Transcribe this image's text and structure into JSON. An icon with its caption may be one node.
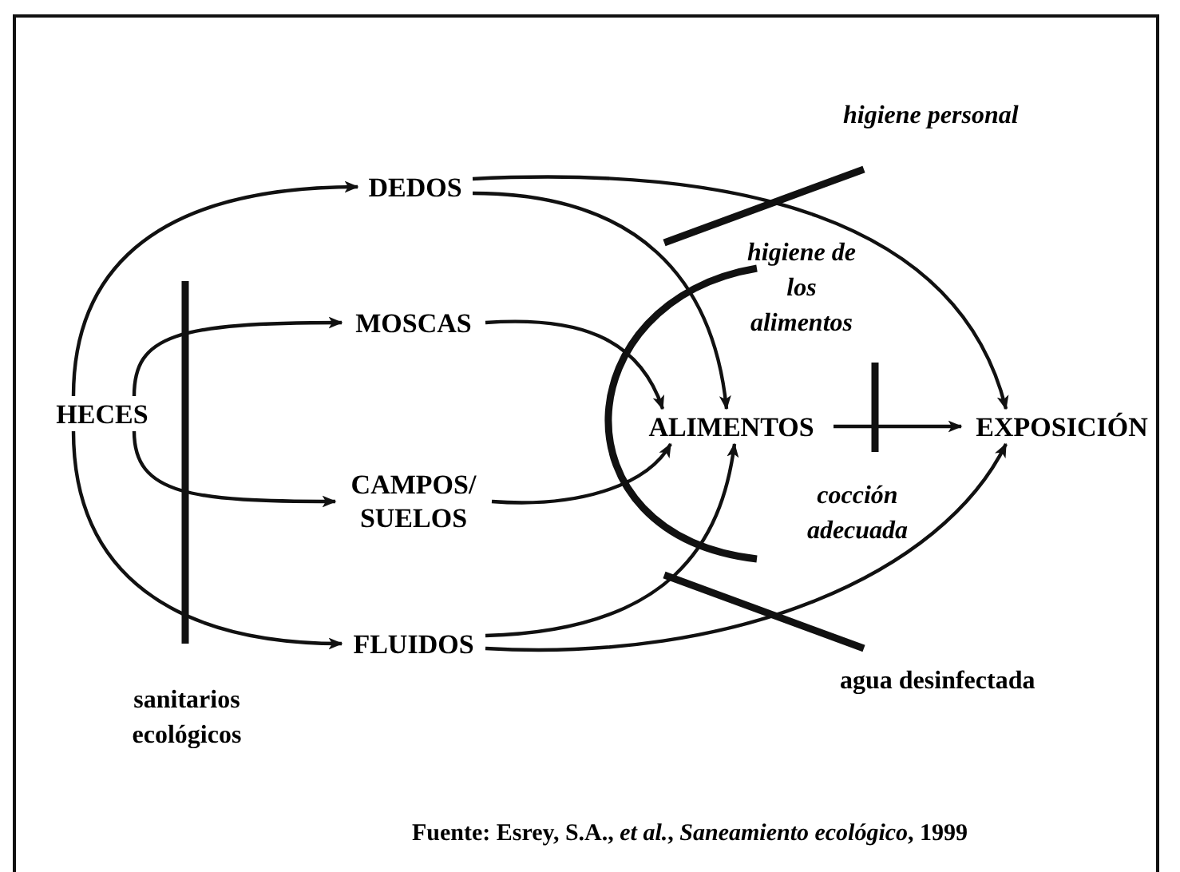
{
  "diagram": {
    "caption": "Fuente: Esrey, S.A., *et al.*, *Saneamiento ecológico*, 1999",
    "nodes": [
      {
        "text": [
          "HECES"
        ]
      },
      {
        "text": [
          "DEDOS"
        ]
      },
      {
        "text": [
          "MOSCAS"
        ]
      },
      {
        "text": [
          "CAMPOS/ SUELOS"
        ]
      },
      {
        "text": [
          "FLUIDOS"
        ]
      },
      {
        "text": [
          "ALIMENTOS"
        ]
      },
      {
        "text": [
          "EXPOSICIÓN"
        ]
      }
    ],
    "edges": [
      {
        "from": 0,
        "to": 1,
        "arrow": "to"
      },
      {
        "from": 0,
        "to": 2,
        "arrow": "to"
      },
      {
        "from": 0,
        "to": 3,
        "arrow": "to"
      },
      {
        "from": 0,
        "to": 4,
        "arrow": "to"
      },
      {
        "from": 1,
        "to": 5,
        "arrow": "to"
      },
      {
        "from": 1,
        "to": 6,
        "arrow": "to"
      },
      {
        "from": 2,
        "to": 5,
        "arrow": "to"
      },
      {
        "from": 3,
        "to": 5,
        "arrow": "to"
      },
      {
        "from": 4,
        "to": 5,
        "arrow": "to"
      },
      {
        "from": 4,
        "to": 6,
        "arrow": "to"
      },
      {
        "from": 5,
        "to": 6,
        "arrow": "to"
      }
    ],
    "labels": [
      "higiene personal",
      "higiene de los alimentos",
      "cocción adecuada",
      "agua desinfectada",
      "sanitarios ecológicos"
    ]
  }
}
